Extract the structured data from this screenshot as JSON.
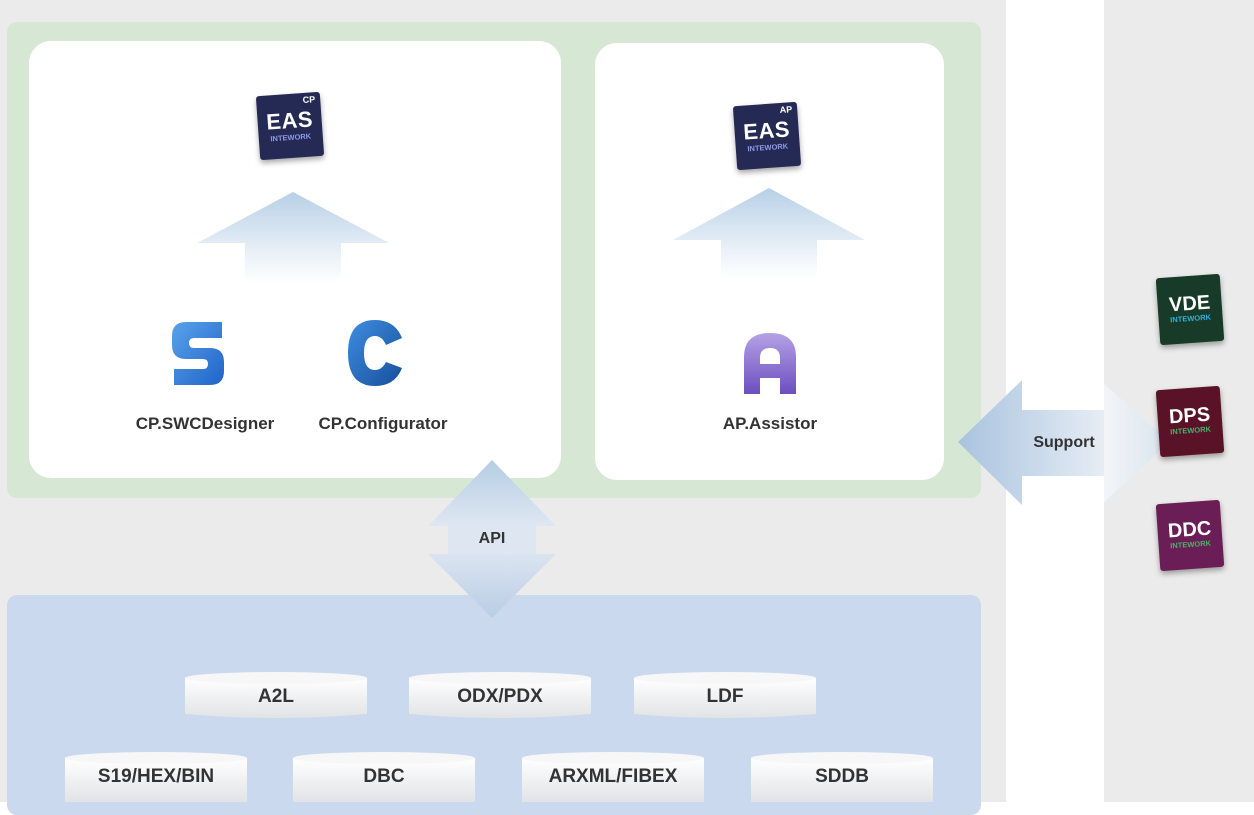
{
  "products": {
    "eas_cp": {
      "name": "EAS",
      "tag": "CP",
      "brand": "INTEWORK",
      "color": "#252a55"
    },
    "eas_ap": {
      "name": "EAS",
      "tag": "AP",
      "brand": "INTEWORK",
      "color": "#252a55"
    }
  },
  "tools": {
    "swc_designer": {
      "label": "CP.SWCDesigner",
      "icon": "s-letter-icon"
    },
    "configurator": {
      "label": "CP.Configurator",
      "icon": "c-letter-icon"
    },
    "assistor": {
      "label": "AP.Assistor",
      "icon": "a-letter-icon"
    }
  },
  "arrows": {
    "api": "API",
    "support": "Support"
  },
  "partners": [
    {
      "name": "VDE",
      "brand": "INTEWORK",
      "color": "#183a28",
      "brand_color": "#2fb0e0"
    },
    {
      "name": "DPS",
      "brand": "INTEWORK",
      "color": "#5a1228",
      "brand_color": "#47b36a"
    },
    {
      "name": "DDC",
      "brand": "INTEWORK",
      "color": "#6a1e55",
      "brand_color": "#47b36a"
    }
  ],
  "formats": {
    "row1": [
      "A2L",
      "ODX/PDX",
      "LDF"
    ],
    "row2": [
      "S19/HEX/BIN",
      "DBC",
      "ARXML/FIBEX",
      "SDDB"
    ]
  }
}
